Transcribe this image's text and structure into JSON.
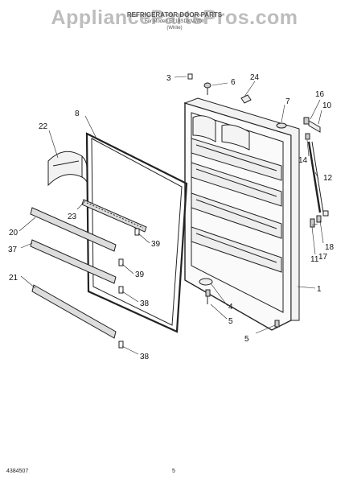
{
  "header": {
    "watermark": "AppliancePartsPros.com",
    "title": "REFRIGERATOR DOOR PARTS",
    "subtitle": "For Model: ET18SDXMW00",
    "subtitle2": "(White)"
  },
  "footer": {
    "doc_number": "4384507",
    "page_number": "5"
  },
  "callouts": [
    "1",
    "3",
    "4",
    "5",
    "5",
    "6",
    "7",
    "8",
    "10",
    "11",
    "12",
    "14",
    "16",
    "17",
    "18",
    "20",
    "21",
    "22",
    "23",
    "24",
    "37",
    "38",
    "38",
    "39",
    "39"
  ]
}
